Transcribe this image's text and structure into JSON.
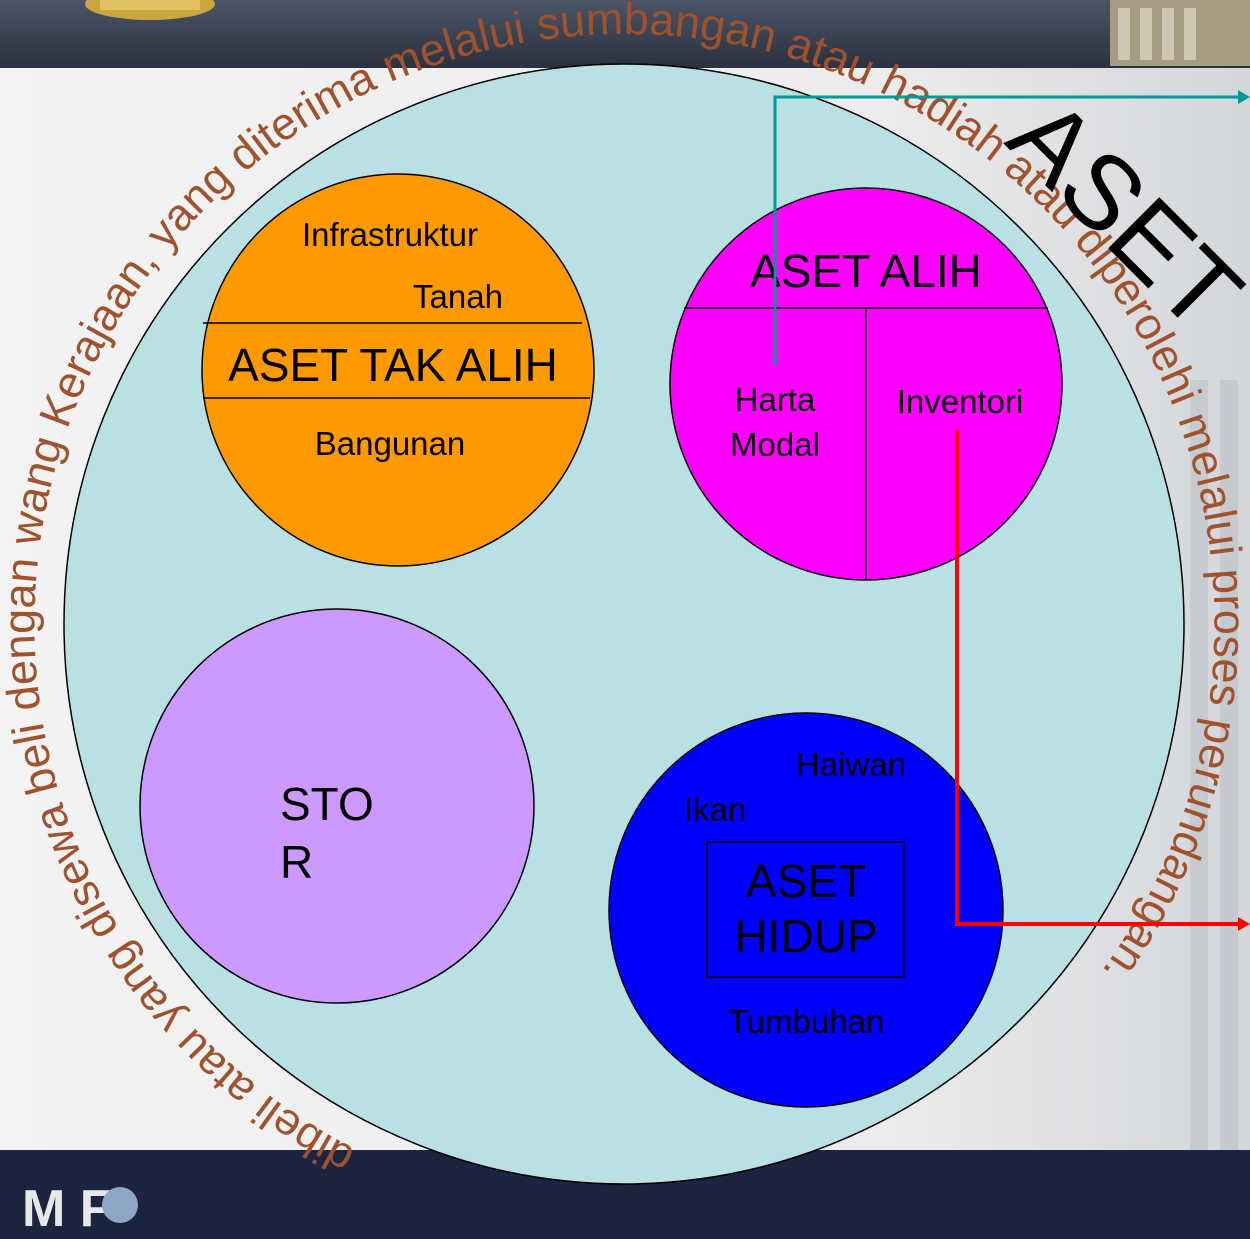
{
  "outer": {
    "title": "ASET",
    "curved_text": "dibeli atau yang disewa beli dengan wang Kerajaan, yang diterima melalui sumbangan atau hadiah atau diperolehi melalui proses perundangan."
  },
  "tak_alih": {
    "title": "ASET TAK ALIH",
    "item_infrastruktur": "Infrastruktur",
    "item_tanah": "Tanah",
    "item_bangunan": "Bangunan"
  },
  "alih": {
    "title": "ASET ALIH",
    "item_harta_line1": "Harta",
    "item_harta_line2": "Modal",
    "item_inventori": "Inventori"
  },
  "stor": {
    "line1": "STO",
    "line2": "R"
  },
  "hidup": {
    "title_line1": "ASET",
    "title_line2": "HIDUP",
    "item_haiwan": "Haiwan",
    "item_ikan": "Ikan",
    "item_tumbuhan": "Tumbuhan"
  },
  "footer": {
    "logo_text": "M F"
  },
  "colors": {
    "outer_fill": "#b9e0e3",
    "tak_alih_fill": "#ff9900",
    "alih_fill": "#ff00ff",
    "stor_fill": "#cc99ff",
    "hidup_fill": "#0000ff",
    "curved_text": "#a0522d",
    "teal_arrow": "#009999",
    "red_arrow": "#ff0000",
    "footer_bg": "#1c2540"
  }
}
